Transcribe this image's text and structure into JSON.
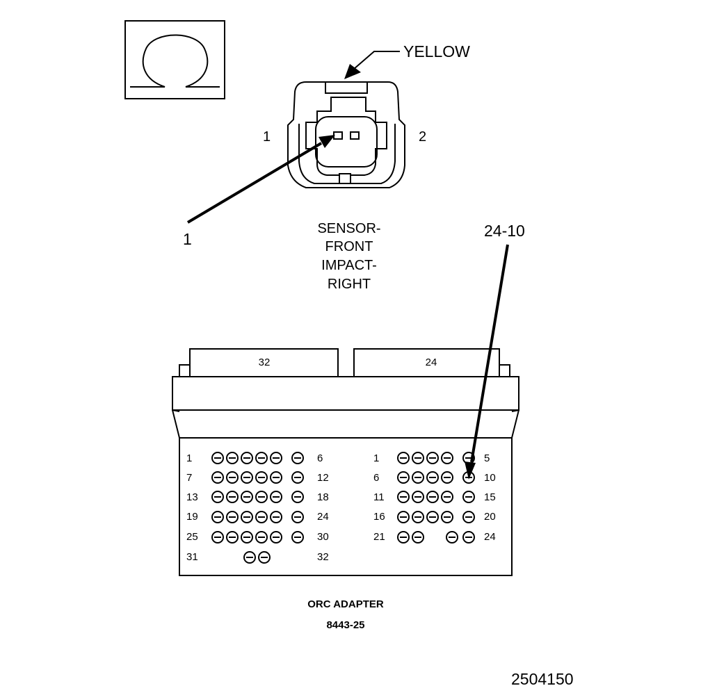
{
  "symbol": {
    "name": "ohm-icon"
  },
  "sensor": {
    "wire_color_label": "YELLOW",
    "pin_left": "1",
    "pin_right": "2",
    "callout_label": "1",
    "name_lines": [
      "SENSOR-",
      "FRONT",
      "IMPACT-",
      "RIGHT"
    ]
  },
  "adapter": {
    "callout_label": "24-10",
    "left_connector_label": "32",
    "right_connector_label": "24",
    "left_rows": [
      {
        "start": "1",
        "end": "6"
      },
      {
        "start": "7",
        "end": "12"
      },
      {
        "start": "13",
        "end": "18"
      },
      {
        "start": "19",
        "end": "24"
      },
      {
        "start": "25",
        "end": "30"
      },
      {
        "start": "31",
        "end": "32"
      }
    ],
    "right_rows": [
      {
        "start": "1",
        "end": "5"
      },
      {
        "start": "6",
        "end": "10"
      },
      {
        "start": "11",
        "end": "15"
      },
      {
        "start": "16",
        "end": "20"
      },
      {
        "start": "21",
        "end": "24"
      }
    ],
    "title": "ORC ADAPTER",
    "part_number": "8443-25"
  },
  "figure_number": "2504150"
}
